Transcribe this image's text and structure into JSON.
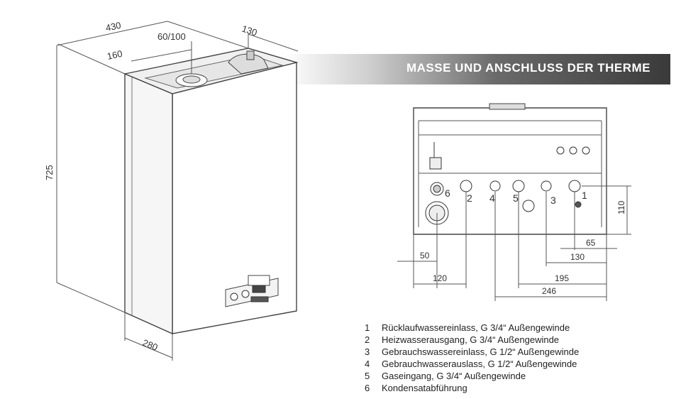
{
  "title": "MASSE UND ANSCHLUSS DER THERME",
  "dimensions": {
    "width": "430",
    "depth": "130",
    "flue": "60/100",
    "flue_offset": "160",
    "height": "725",
    "bottom_depth": "280",
    "d110": "110",
    "d65": "65",
    "d50": "50",
    "d130": "130",
    "d120": "120",
    "d195": "195",
    "d246": "246"
  },
  "connector_labels": [
    "1",
    "2",
    "3",
    "4",
    "5",
    "6"
  ],
  "legend": [
    {
      "num": "1",
      "text": "Rücklaufwassereinlass, G 3/4“ Außengewinde"
    },
    {
      "num": "2",
      "text": "Heizwasserausgang, G 3/4“ Außengewinde"
    },
    {
      "num": "3",
      "text": "Gebrauchswassereinlass, G 1/2“ Außengewinde"
    },
    {
      "num": "4",
      "text": "Gebrauchwasserauslass, G 1/2“ Außengewinde"
    },
    {
      "num": "5",
      "text": "Gaseingang, G 3/4“ Außengewinde"
    },
    {
      "num": "6",
      "text": "Kondensatabführung"
    }
  ]
}
